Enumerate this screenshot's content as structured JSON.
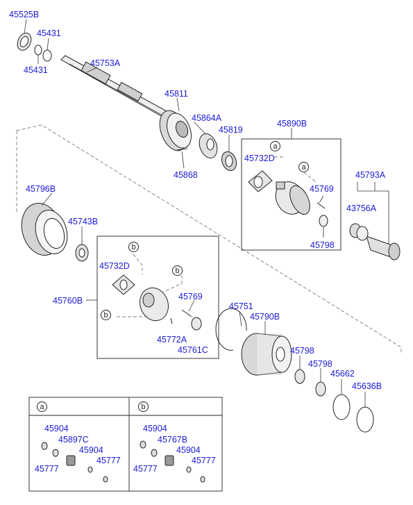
{
  "diagram": {
    "part_labels": [
      {
        "id": "p45525B",
        "text": "45525B"
      },
      {
        "id": "p45431a",
        "text": "45431"
      },
      {
        "id": "p45431b",
        "text": "45431"
      },
      {
        "id": "p45753A",
        "text": "45753A"
      },
      {
        "id": "p45811",
        "text": "45811"
      },
      {
        "id": "p45864A",
        "text": "45864A"
      },
      {
        "id": "p45819",
        "text": "45819"
      },
      {
        "id": "p45868",
        "text": "45868"
      },
      {
        "id": "p45890B",
        "text": "45890B"
      },
      {
        "id": "p45732Da",
        "text": "45732D"
      },
      {
        "id": "p45769a",
        "text": "45769"
      },
      {
        "id": "p45798a",
        "text": "45798"
      },
      {
        "id": "p45793A",
        "text": "45793A"
      },
      {
        "id": "p43756A",
        "text": "43756A"
      },
      {
        "id": "p45796B",
        "text": "45796B"
      },
      {
        "id": "p45743B",
        "text": "45743B"
      },
      {
        "id": "p45732Db",
        "text": "45732D"
      },
      {
        "id": "p45760B",
        "text": "45760B"
      },
      {
        "id": "p45769b",
        "text": "45769"
      },
      {
        "id": "p45772A",
        "text": "45772A"
      },
      {
        "id": "p45761C",
        "text": "45761C"
      },
      {
        "id": "p45751",
        "text": "45751"
      },
      {
        "id": "p45790B",
        "text": "45790B"
      },
      {
        "id": "p45798b",
        "text": "45798"
      },
      {
        "id": "p45798c",
        "text": "45798"
      },
      {
        "id": "p45662",
        "text": "45662"
      },
      {
        "id": "p45636B",
        "text": "45636B"
      },
      {
        "id": "pa45904a",
        "text": "45904"
      },
      {
        "id": "pa45897C",
        "text": "45897C"
      },
      {
        "id": "pa45904b",
        "text": "45904"
      },
      {
        "id": "pa45777a",
        "text": "45777"
      },
      {
        "id": "pa45777b",
        "text": "45777"
      },
      {
        "id": "pb45904a",
        "text": "45904"
      },
      {
        "id": "pb45767B",
        "text": "45767B"
      },
      {
        "id": "pb45904b",
        "text": "45904"
      },
      {
        "id": "pb45777a",
        "text": "45777"
      },
      {
        "id": "pb45777b",
        "text": "45777"
      }
    ],
    "callouts": {
      "a1": "a",
      "a2": "a",
      "b1": "b",
      "b2": "b",
      "b3": "b"
    },
    "legend": {
      "a_header": "a",
      "b_header": "b"
    }
  }
}
